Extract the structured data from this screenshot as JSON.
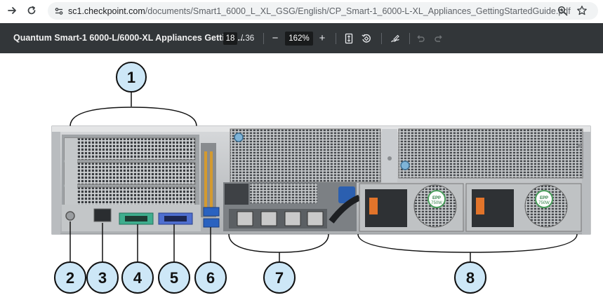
{
  "browser": {
    "back_icon": "arrow-right-icon",
    "reload_icon": "reload-icon",
    "site_info_icon": "site-settings-icon",
    "url_host": "sc1.checkpoint.com",
    "url_path": "/documents/Smart1_6000_L_XL_GSG/English/CP_Smart-1_6000-L-XL_Appliances_GettingStartedGuide.pdf",
    "zoom_icon": "zoom-icon",
    "bookmark_icon": "star-icon"
  },
  "pdf_toolbar": {
    "title": "Quantum Smart-1 6000-L/6000-XL Appliances Getting ...",
    "current_page": "18",
    "total_pages": "/ 36",
    "zoom_out": "−",
    "zoom_value": "162%",
    "zoom_in": "+"
  },
  "figure": {
    "callouts": [
      "1",
      "2",
      "3",
      "4",
      "5",
      "6",
      "7",
      "8"
    ],
    "psu_label_top": "EPP",
    "psu_label_bottom": "750W"
  }
}
